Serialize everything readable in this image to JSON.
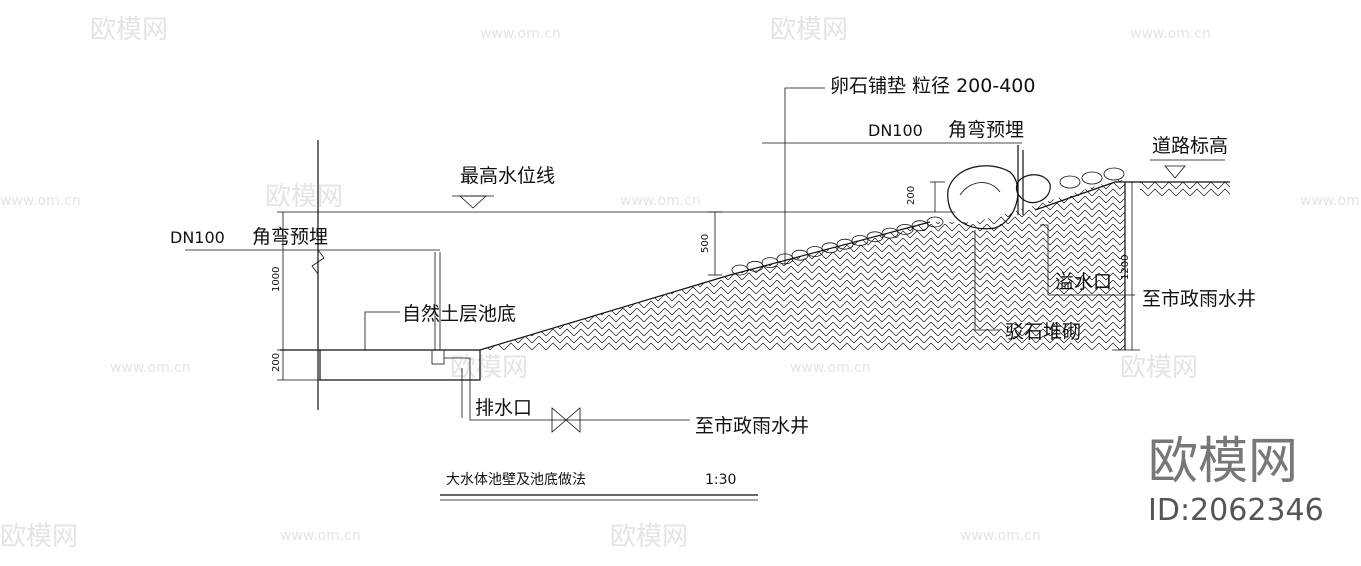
{
  "labels": {
    "pebble_layer": "卵石铺垫 粒径 200-400",
    "dn100_top": "DN100",
    "elbow_top": "角弯预埋",
    "road_level": "道路标高",
    "max_water_line": "最高水位线",
    "dn100_left": "DN100",
    "elbow_left": "角弯预埋",
    "natural_soil": "自然土层池底",
    "overflow": "溢水口",
    "to_rain_well_right": "至市政雨水井",
    "boulder": "驳石堆砌",
    "drain": "排水口",
    "to_rain_well_bottom": "至市政雨水井",
    "title": "大水体池壁及池底做法",
    "scale": "1:30"
  },
  "dimensions": {
    "d200_top": "200",
    "d500": "500",
    "d1000": "1000",
    "d200_left": "200",
    "d1200": "1200"
  },
  "watermark": {
    "brand": "欧模网",
    "site": "www.om.cn",
    "id": "ID:2062346"
  }
}
